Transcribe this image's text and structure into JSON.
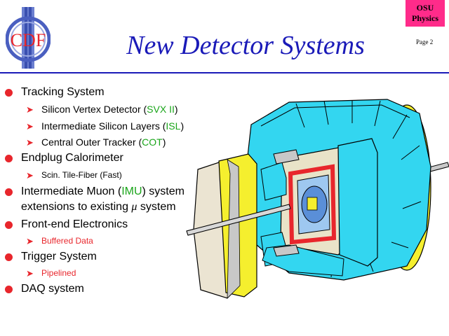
{
  "header": {
    "title": "New Detector Systems",
    "logo_text": "CDF",
    "osu_line1": "OSU",
    "osu_line2": "Physics",
    "page_label": "Page 2"
  },
  "bullets": {
    "tracking": {
      "label": "Tracking System",
      "svx_prefix": "Silicon Vertex Detector (",
      "svx_tag": "SVX II",
      "svx_suffix": ")",
      "isl_prefix": "Intermediate Silicon Layers (",
      "isl_tag": "ISL",
      "isl_suffix": ")",
      "cot_prefix": "Central Outer Tracker (",
      "cot_tag": "COT",
      "cot_suffix": ")"
    },
    "endplug": {
      "label": "Endplug Calorimeter",
      "sub": "Scin. Tile-Fiber (Fast)"
    },
    "muon": {
      "prefix": "Intermediate Muon (",
      "tag": "IMU",
      "suffix": ") system",
      "line2_prefix": "extensions to existing ",
      "line2_symbol": "μ",
      "line2_suffix": " system"
    },
    "electronics": {
      "label": "Front-end Electronics",
      "sub": "Buffered Data"
    },
    "trigger": {
      "label": "Trigger System",
      "sub": "Pipelined"
    },
    "daq": {
      "label": "DAQ system"
    }
  },
  "colors": {
    "title_blue": "#1a1ab8",
    "bullet_red": "#e8262c",
    "highlight_green": "#1aa51a",
    "badge_pink": "#ff2b8a",
    "detector_cyan": "#33d6f0",
    "detector_yellow": "#f5ef2e"
  }
}
